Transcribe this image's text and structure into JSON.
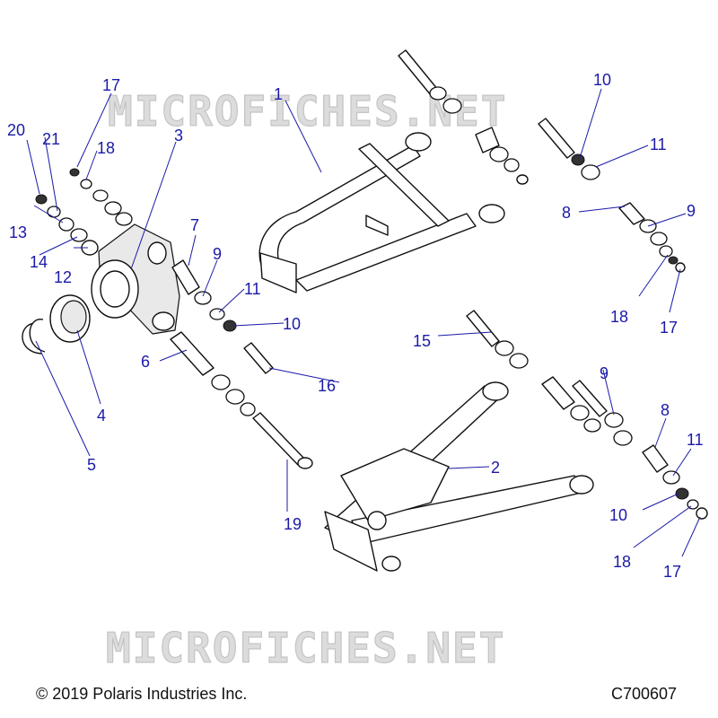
{
  "watermark": {
    "text": "MICROFICHES.NET"
  },
  "callouts": {
    "c1": "1",
    "c2": "2",
    "c3": "3",
    "c4": "4",
    "c5": "5",
    "c6": "6",
    "c7": "7",
    "c8a": "8",
    "c8b": "8",
    "c9a": "9",
    "c9b": "9",
    "c9c": "9",
    "c10a": "10",
    "c10b": "10",
    "c10c": "10",
    "c11a": "11",
    "c11b": "11",
    "c11c": "11",
    "c12": "12",
    "c13": "13",
    "c14": "14",
    "c15": "15",
    "c16": "16",
    "c17a": "17",
    "c17b": "17",
    "c17c": "17",
    "c18a": "18",
    "c18b": "18",
    "c18c": "18",
    "c19": "19",
    "c20": "20",
    "c21": "21"
  },
  "footer": {
    "copyright": "© 2019 Polaris Industries Inc.",
    "figure_code": "C700607"
  },
  "colors": {
    "callout": "#1a1aa8",
    "line_art": "#111111",
    "watermark": "#dcdcdc"
  }
}
